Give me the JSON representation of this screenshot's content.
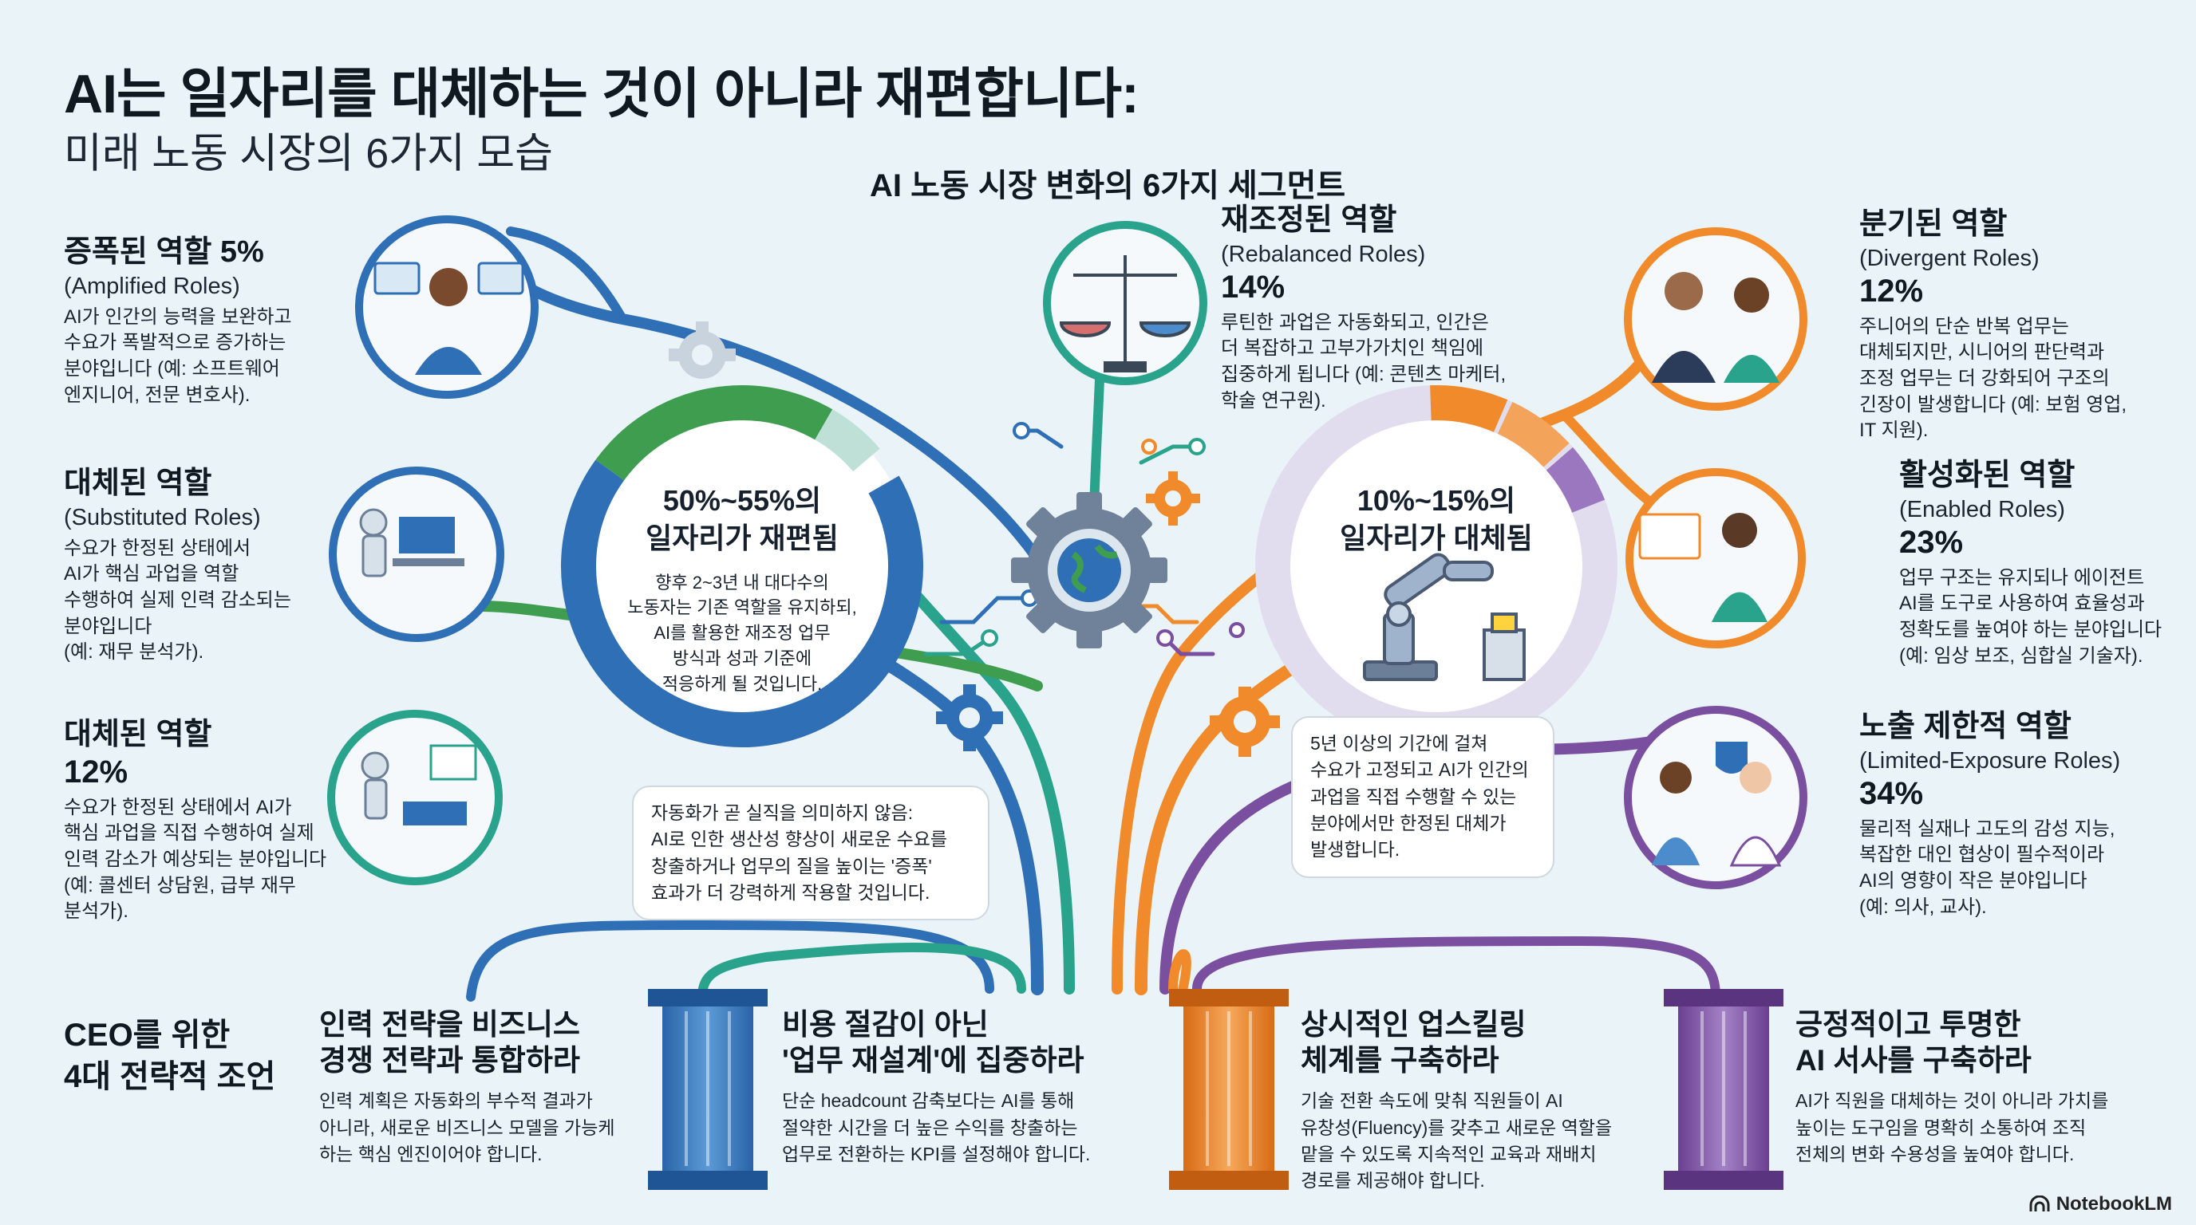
{
  "header": {
    "title": "AI는 일자리를 대체하는 것이 아니라 재편합니다:",
    "subtitle": "미래 노동 시장의 6가지 모습",
    "center_heading": "AI 노동 시장 변화의 6가지 세그먼트"
  },
  "segments": {
    "amplified": {
      "title": "증폭된 역할  5%",
      "english": "(Amplified Roles)",
      "desc": [
        "AI가 인간의 능력을 보완하고",
        "수요가 폭발적으로 증가하는",
        "분야입니다 (예: 소프트웨어",
        "엔지니어, 전문 변호사)."
      ]
    },
    "substituted": {
      "title": "대체된 역할",
      "english": "(Substituted Roles)",
      "desc": [
        "수요가 한정된 상태에서",
        "AI가 핵심 과업을 역할",
        "수행하여 실제 인력 감소되는",
        "분야입니다",
        "(예: 재무 분석가)."
      ]
    },
    "substituted2": {
      "title": "대체된 역할",
      "percent": "12%",
      "desc": [
        "수요가 한정된 상태에서 AI가",
        "핵심 과업을 직접 수행하여 실제",
        "인력 감소가 예상되는 분야입니다",
        "(예: 콜센터 상담원, 급부 재무",
        "분석가)."
      ]
    },
    "rebalanced": {
      "title": "재조정된 역할",
      "english": "(Rebalanced Roles)",
      "percent": "14%",
      "desc": [
        "루틴한 과업은 자동화되고, 인간은",
        "더 복잡하고 고부가가치인 책임에",
        "집중하게 됩니다 (예: 콘텐츠 마케터,",
        "학술 연구원)."
      ]
    },
    "divergent": {
      "title": "분기된 역할",
      "english": "(Divergent Roles)",
      "percent": "12%",
      "desc": [
        "주니어의 단순 반복 업무는",
        "대체되지만, 시니어의 판단력과",
        "조정 업무는 더 강화되어 구조의",
        "긴장이 발생합니다 (예: 보험 영업,",
        "IT 지원)."
      ]
    },
    "enabled": {
      "title": "활성화된 역할",
      "english": "(Enabled Roles)",
      "percent": "23%",
      "desc": [
        "업무 구조는 유지되나 에이전트",
        "AI를 도구로 사용하여 효율성과",
        "정확도를 높여야 하는 분야입니다",
        "(예: 임상 보조, 심합실 기술자)."
      ]
    },
    "limited": {
      "title": "노출 제한적 역할",
      "english": "(Limited-Exposure Roles)",
      "percent": "34%",
      "desc": [
        "물리적 실재나 고도의 감성 지능,",
        "복잡한 대인 협상이 필수적이라",
        "AI의 영향이 작은 분야입니다",
        "(예: 의사, 교사)."
      ]
    }
  },
  "donuts": {
    "left": {
      "headline": [
        "50%~55%의",
        "일자리가 재편됨"
      ],
      "text": [
        "향후 2~3년 내 대다수의",
        "노동자는 기존 역할을 유지하되,",
        "AI를 활용한 재조정 업무",
        "방식과 성과 기준에",
        "적응하게 될 것입니다."
      ]
    },
    "right": {
      "headline": [
        "10%~15%의",
        "일자리가 대체됨"
      ],
      "text": [
        "5년 이상의 기간에 걸쳐",
        "수요가 고정되고 AI가 인간의",
        "과업을 직접 수행할 수 있는",
        "분야에서만 한정된 대체가",
        "발생합니다."
      ]
    }
  },
  "bubble_note": [
    "자동화가 곧 실직을 의미하지 않음:",
    "AI로 인한 생산성 향상이 새로운 수요를",
    "창출하거나 업무의 질을 높이는 '증폭'",
    "효과가 더 강력하게 작용할 것입니다."
  ],
  "ceo": {
    "heading": [
      "CEO를 위한",
      "4대 전략적 조언"
    ],
    "advice": [
      {
        "title": [
          "인력 전략을 비즈니스",
          "경쟁 전략과 통합하라"
        ],
        "desc": [
          "인력 계획은 자동화의 부수적 결과가",
          "아니라, 새로운 비즈니스 모델을 가능케",
          "하는 핵심 엔진이어야 합니다."
        ]
      },
      {
        "title": [
          "비용 절감이 아닌",
          "'업무 재설계'에 집중하라"
        ],
        "desc": [
          "단순 headcount 감축보다는 AI를 통해",
          "절약한 시간을 더 높은 수익를 창출하는",
          "업무로 전환하는 KPI를 설정해야 합니다."
        ]
      },
      {
        "title": [
          "상시적인 업스킬링",
          "체계를 구축하라"
        ],
        "desc": [
          "기술 전환 속도에 맞춰 직원들이 AI",
          "유창성(Fluency)를 갖추고 새로운 역할을",
          "맡을 수 있도록 지속적인 교육과 재배치",
          "경로를 제공해야 합니다."
        ]
      },
      {
        "title": [
          "긍정적이고 투명한",
          "AI 서사를 구축하라"
        ],
        "desc": [
          "AI가 직원을 대체하는 것이 아니라 가치를",
          "높이는 도구임을 명확히 소통하여 조직",
          "전체의 변화 수용성을 높여야 합니다."
        ]
      }
    ]
  },
  "brand": "NotebookLM",
  "colors": {
    "blue": "#2f6fb6",
    "teal": "#2aa38c",
    "green": "#3f9d4f",
    "orange": "#f08a2a",
    "purple": "#7b4fa0",
    "lavender": "#cbbde0",
    "background": "#eaf4f8"
  }
}
